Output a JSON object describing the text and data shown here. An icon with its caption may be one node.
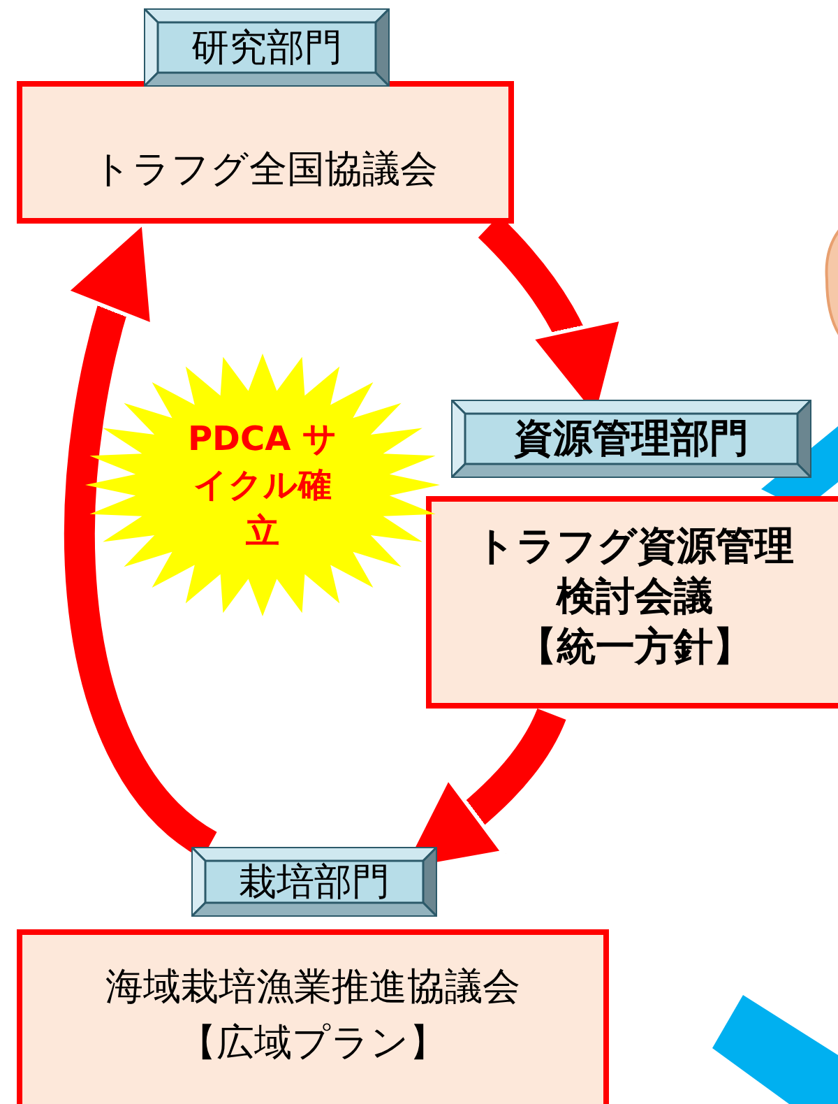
{
  "diagram": {
    "nodes": [
      {
        "text": [
          "研究部門",
          "トラフグ全国協議会"
        ]
      },
      {
        "text": [
          "資源管理部門",
          "トラフグ資源管理検討会議",
          "【統一方針】"
        ]
      },
      {
        "text": [
          "栽培部門",
          "海域栽培漁業推進協議会",
          "【広域プラン】"
        ]
      },
      {
        "text": [
          "PDCA サイクル確立"
        ]
      }
    ],
    "edges": [
      {
        "from": 0,
        "to": 1,
        "arrow": "to"
      },
      {
        "from": 1,
        "to": 2,
        "arrow": "to"
      },
      {
        "from": 2,
        "to": 0,
        "arrow": "to"
      }
    ]
  }
}
